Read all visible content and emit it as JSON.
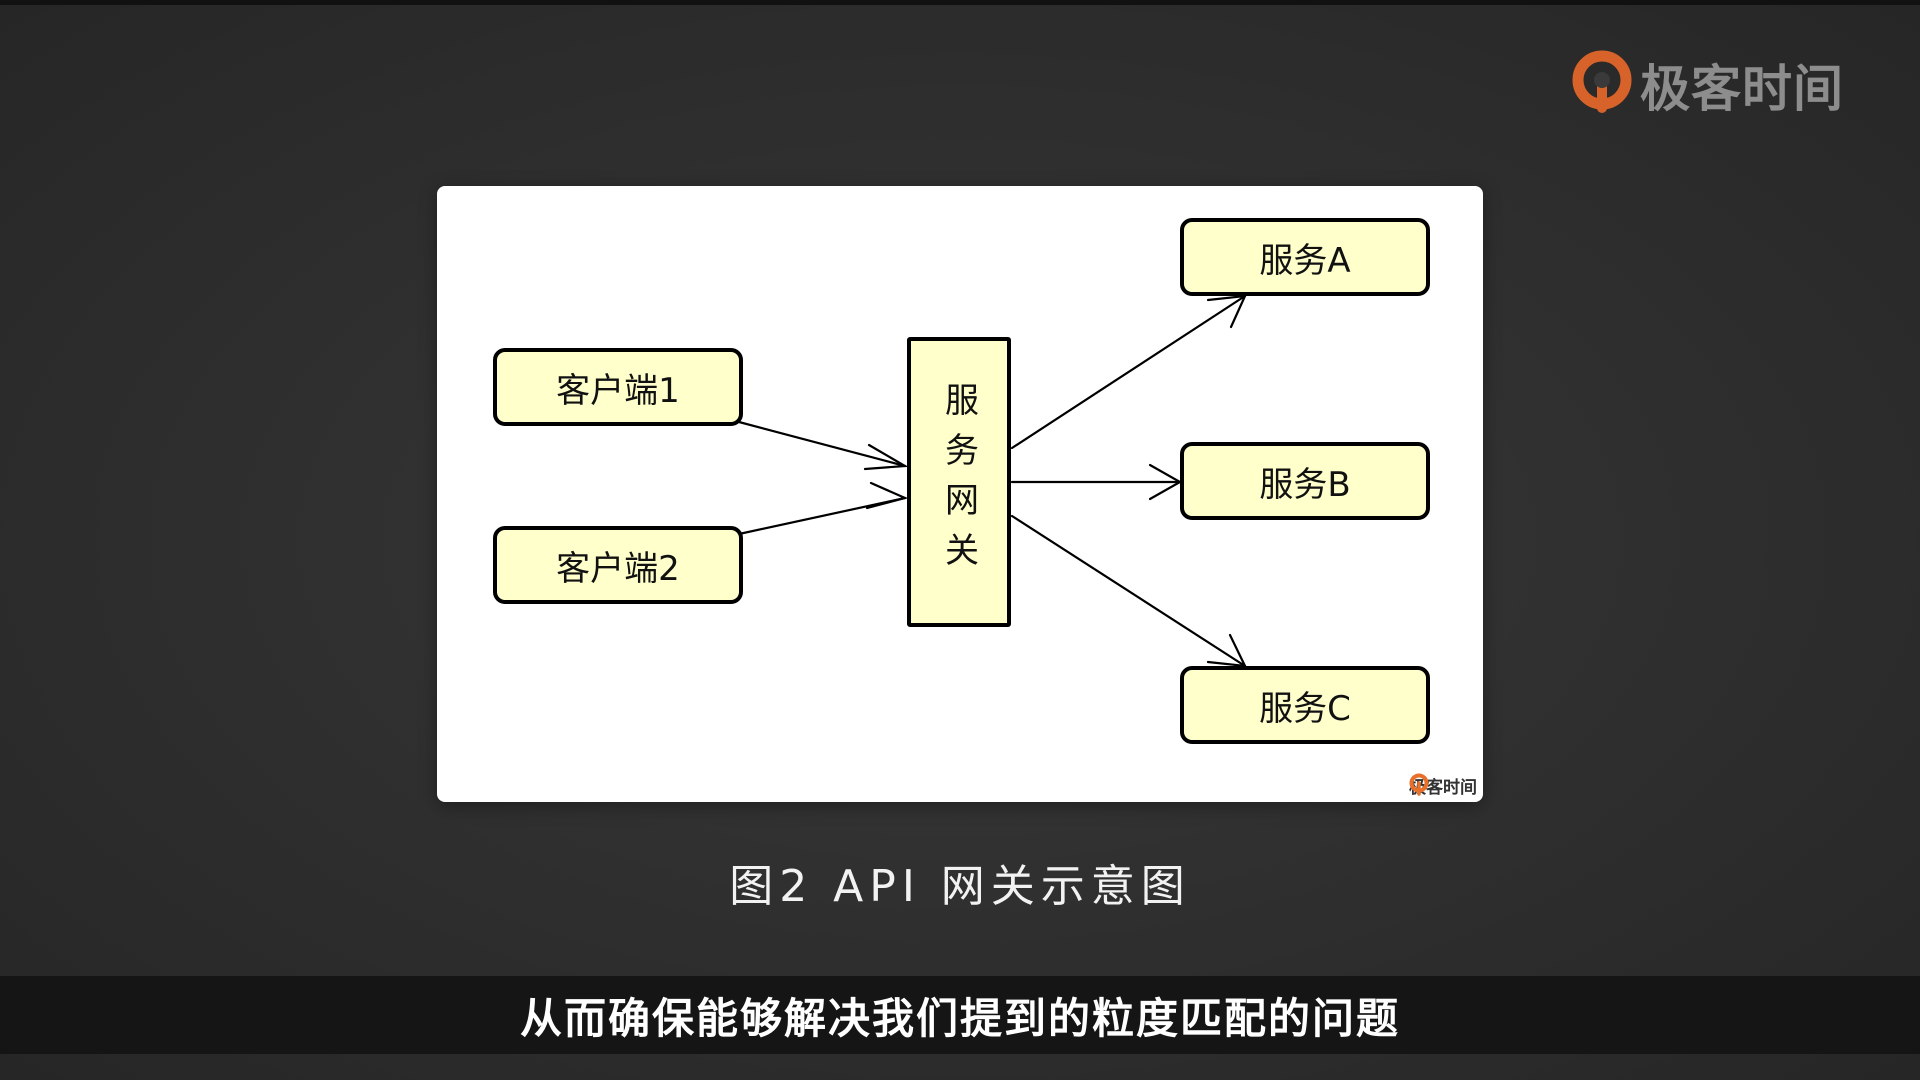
{
  "brand": {
    "logo_icon": "geektime-logo-icon",
    "name": "极客时间",
    "accent_color": "#e8702a"
  },
  "diagram": {
    "clients": [
      "客户端1",
      "客户端2"
    ],
    "gateway": "服务网关",
    "services": [
      "服务A",
      "服务B",
      "服务C"
    ],
    "node_fill": "#ffffcc",
    "watermark": "极客时间"
  },
  "caption": "图2 API 网关示意图",
  "subtitle": "从而确保能够解决我们提到的粒度匹配的问题"
}
